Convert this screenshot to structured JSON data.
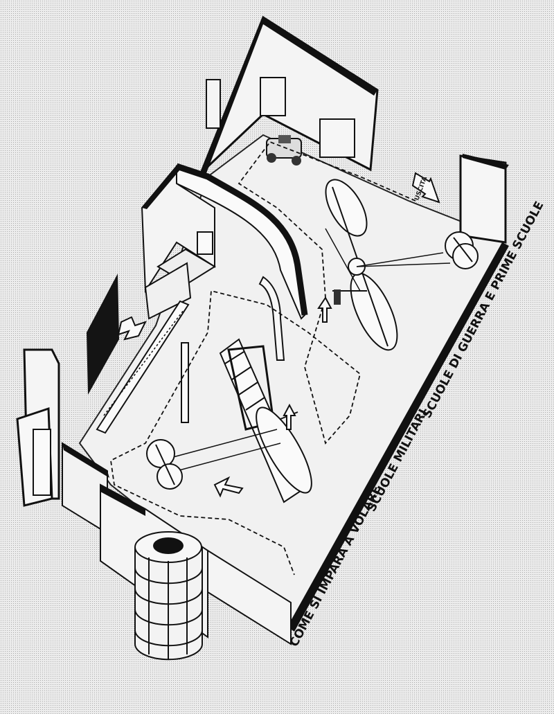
{
  "labels": {
    "section_1": "COME SI IMPARA A VOLARE",
    "section_2": "SCUOLE MILITARI",
    "section_3": "SCUOLE DI GUERRA E PRIME SCUOLE",
    "exit_arrow": "USCITA"
  },
  "colors": {
    "ink": "#111111",
    "paper": "#e6e6e6"
  },
  "icons": {
    "biplane": "biplane-icon",
    "tower": "cylindrical-tower-icon",
    "propeller": "propeller-disc-icon",
    "flow_arrow": "arrow-icon"
  }
}
